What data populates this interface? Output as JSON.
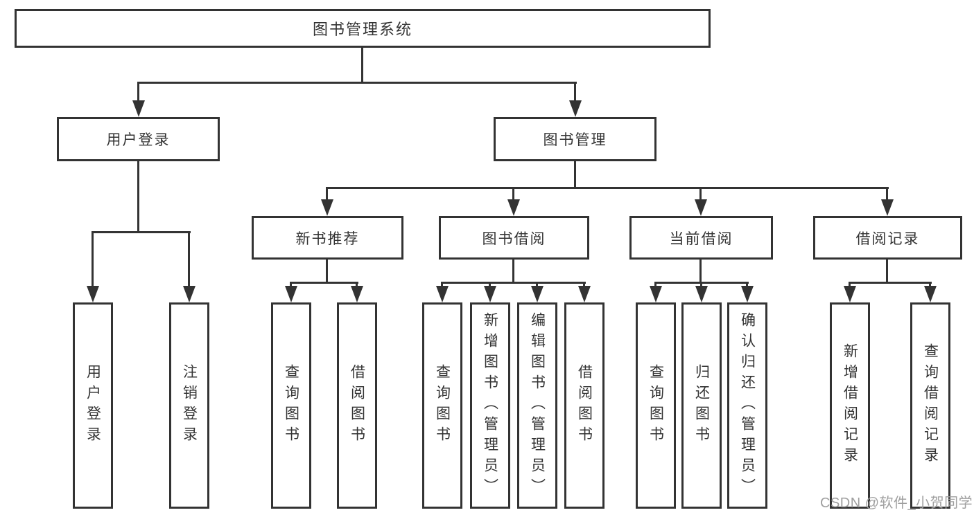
{
  "nodes": {
    "root": "图书管理系统",
    "user_login": "用户登录",
    "book_management": "图书管理",
    "new_book_recommend": "新书推荐",
    "book_borrow": "图书借阅",
    "current_borrow": "当前借阅",
    "borrow_record": "借阅记录"
  },
  "leaves": {
    "user_login": [
      "用户登录",
      "注销登录"
    ],
    "new_book_recommend": [
      "查询图书",
      "借阅图书"
    ],
    "book_borrow": [
      "查询图书",
      "新增图书（管理员）",
      "编辑图书（管理员）",
      "借阅图书"
    ],
    "current_borrow": [
      "查询图书",
      "归还图书",
      "确认归还（管理员）"
    ],
    "borrow_record": [
      "新增借阅记录",
      "查询借阅记录"
    ]
  },
  "watermark": "CSDN @软件_小贺同学",
  "colors": {
    "line": "#333333",
    "text": "#333333",
    "background": "#ffffff",
    "watermark": "#9f9f9f"
  }
}
